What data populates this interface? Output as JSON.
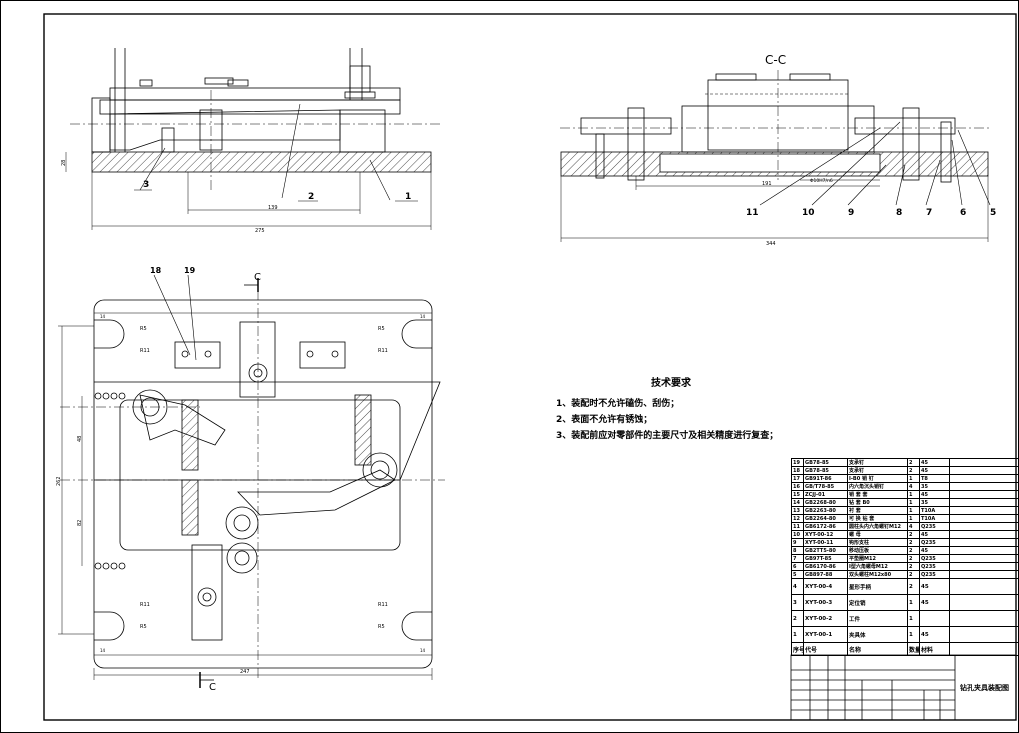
{
  "sheet": {
    "section_label": "C-C",
    "section_marker": "C",
    "tech_requirements": {
      "title": "技术要求",
      "items": [
        "1、装配时不允许磕伤、刮伤；",
        "2、表面不允许有锈蚀；",
        "3、装配前应对零部件的主要尺寸及相关精度进行复查；"
      ]
    },
    "front_view": {
      "callouts": [
        "1",
        "2",
        "3"
      ],
      "dims": [
        "139",
        "275",
        "28"
      ]
    },
    "section_view": {
      "callouts": [
        "5",
        "6",
        "7",
        "8",
        "9",
        "10",
        "11"
      ],
      "dims": [
        "191",
        "344",
        "Φ10H7/n6"
      ]
    },
    "plan_view": {
      "callouts": [
        "18",
        "19"
      ],
      "dims": [
        "R5",
        "R11",
        "R5",
        "R11",
        "R11",
        "R5",
        "R11",
        "R5",
        "247",
        "262",
        "48",
        "82",
        "14",
        "14",
        "14",
        "14"
      ]
    }
  },
  "bom": {
    "rows": [
      {
        "no": "19",
        "code": "GB78-85",
        "name": "支承钉",
        "qty": "2",
        "mat": "45"
      },
      {
        "no": "18",
        "code": "GB78-85",
        "name": "支承钉",
        "qty": "2",
        "mat": "45"
      },
      {
        "no": "17",
        "code": "GB91T-86",
        "name": "I-B0 销 钉",
        "qty": "1",
        "mat": "T8"
      },
      {
        "no": "16",
        "code": "GB/T78-85",
        "name": "内六角沉头销钉",
        "qty": "4",
        "mat": "35"
      },
      {
        "no": "15",
        "code": "ZCJJ-01",
        "name": "销 套 套",
        "qty": "1",
        "mat": "45"
      },
      {
        "no": "14",
        "code": "GB2268-80",
        "name": "钻 套 B0",
        "qty": "1",
        "mat": "35"
      },
      {
        "no": "13",
        "code": "GB2263-80",
        "name": "衬 套",
        "qty": "1",
        "mat": "T10A"
      },
      {
        "no": "12",
        "code": "GB2264-80",
        "name": "可 换 钻 套",
        "qty": "1",
        "mat": "T10A"
      },
      {
        "no": "11",
        "code": "GB6172-86",
        "name": "圆柱头内六角螺钉M12",
        "qty": "4",
        "mat": "Q235"
      },
      {
        "no": "10",
        "code": "XYT-00-12",
        "name": "螺 母",
        "qty": "2",
        "mat": "45"
      },
      {
        "no": "9",
        "code": "XYT-00-11",
        "name": "钩形支柱",
        "qty": "2",
        "mat": "Q235"
      },
      {
        "no": "8",
        "code": "GB2TT5-80",
        "name": "移动压板",
        "qty": "2",
        "mat": "45"
      },
      {
        "no": "7",
        "code": "GB97T-85",
        "name": "平垫圈M12",
        "qty": "2",
        "mat": "Q235"
      },
      {
        "no": "6",
        "code": "GB6170-86",
        "name": "I型六角螺母M12",
        "qty": "2",
        "mat": "Q235"
      },
      {
        "no": "5",
        "code": "GB897-88",
        "name": "双头螺柱M12x80",
        "qty": "2",
        "mat": "Q235"
      }
    ],
    "big_rows": [
      {
        "no": "4",
        "code": "XYT-00-4",
        "name": "星形手柄",
        "qty": "2",
        "mat": "45"
      },
      {
        "no": "3",
        "code": "XYT-00-3",
        "name": "定位销",
        "qty": "1",
        "mat": "45"
      },
      {
        "no": "2",
        "code": "XYT-00-2",
        "name": "工件",
        "qty": "1",
        "mat": ""
      },
      {
        "no": "1",
        "code": "XYT-00-1",
        "name": "夹具体",
        "qty": "1",
        "mat": "45"
      }
    ],
    "header": {
      "no": "序号",
      "code": "代号",
      "name": "名称",
      "qty": "数量",
      "mat": "材料"
    }
  },
  "title_block": {
    "drawing_name": "钻孔夹具装配图"
  }
}
